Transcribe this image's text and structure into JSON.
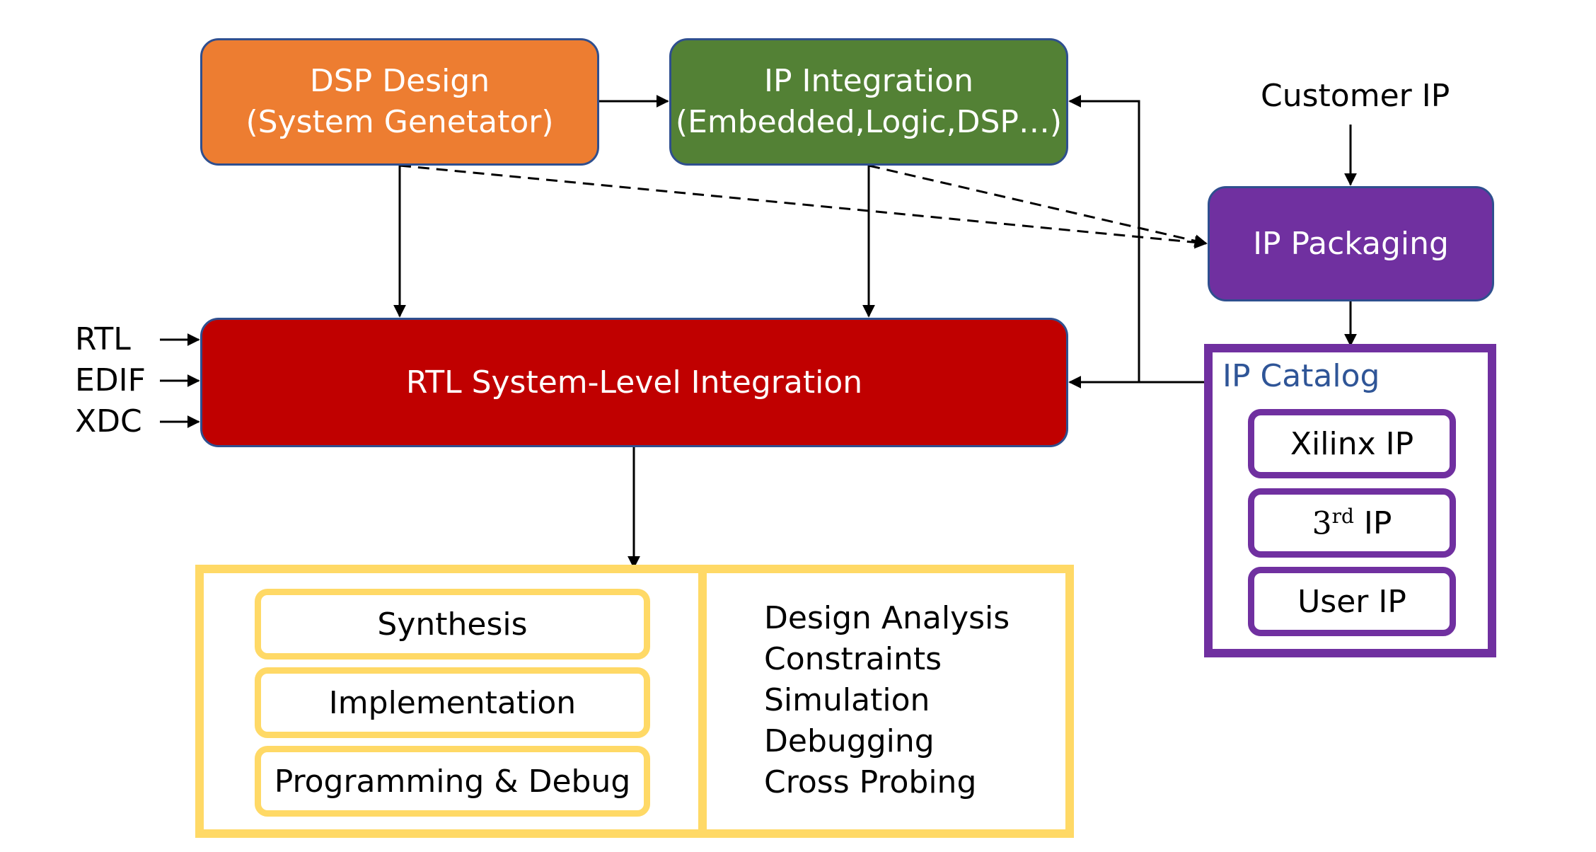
{
  "dsp_design": {
    "line1": "DSP Design",
    "line2": "(System Genetator)",
    "fill": "#ED7D31"
  },
  "ip_integration": {
    "line1": "IP Integration",
    "line2": "(Embedded,Logic,DSP…)",
    "fill": "#538135"
  },
  "customer_ip": "Customer IP",
  "ip_packaging": {
    "label": "IP Packaging",
    "fill": "#7030A0"
  },
  "ip_catalog": {
    "title": "IP Catalog",
    "items": [
      {
        "label": "Xilinx IP"
      },
      {
        "number": "3",
        "superscript": "rd",
        "label": "IP"
      },
      {
        "label": "User IP"
      }
    ]
  },
  "rtl_integration": {
    "label": "RTL System-Level Integration",
    "fill": "#C00000"
  },
  "inputs": [
    "RTL",
    "EDIF",
    "XDC"
  ],
  "design_flow": [
    "Synthesis",
    "Implementation",
    "Programming & Debug"
  ],
  "design_features": [
    "Design Analysis",
    "Constraints",
    "Simulation",
    "Debugging",
    "Cross Probing"
  ],
  "colors": {
    "tool_border": "#FFD966",
    "catalog_border": "#7030A0",
    "catalog_title": "#2F5597"
  }
}
